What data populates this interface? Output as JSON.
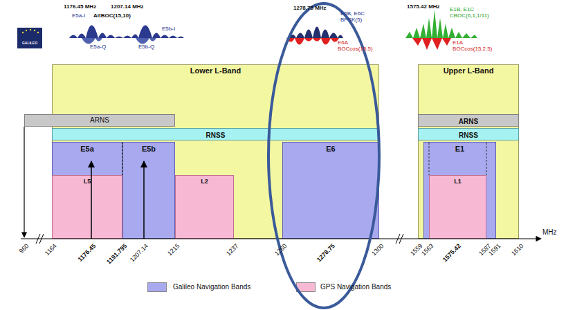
{
  "diagram": {
    "nodes": [
      {
        "text": [
          "Lower L-Band"
        ]
      },
      {
        "text": [
          "ARNS"
        ]
      },
      {
        "text": [
          "RNSS"
        ],
        "in": 0
      },
      {
        "text": [
          "E5a"
        ],
        "in": 0
      },
      {
        "text": [
          "L5"
        ],
        "in": 3
      },
      {
        "text": [
          "E5b"
        ],
        "in": 0
      },
      {
        "text": [
          "L2"
        ],
        "in": 0
      },
      {
        "text": [
          "E6"
        ],
        "in": 0
      },
      {
        "text": [
          "Upper L-Band"
        ]
      },
      {
        "text": [
          "ARNS"
        ],
        "in": 8
      },
      {
        "text": [
          "RNSS"
        ],
        "in": 8
      },
      {
        "text": [
          "E1"
        ],
        "in": 8
      },
      {
        "text": [
          "L1"
        ],
        "in": 11
      }
    ],
    "labels": [
      "GALILEO",
      "1176.45 MHz",
      "1207.14 MHz",
      "E5a-I",
      "AltBOC(15,10)",
      "E5b-I",
      "E5a-Q",
      "E5b-Q",
      "1278.75 MHz",
      "E6B, E6C BPSK(5)",
      "E6A BOCcos(10,5)",
      "1575.42 MHz",
      "E1B, E1C CBOC(6,1,1/11)",
      "E1A BOCcos(15,2.5)",
      "960",
      "1164",
      "1176.45",
      "1191.795",
      "1207.14",
      "1215",
      "1237",
      "1260",
      "1278.75",
      "1300",
      "1559",
      "1563",
      "1575.42",
      "1587",
      "1591",
      "1610",
      "MHz"
    ],
    "legend": [
      {
        "text": "Galileo Navigation Bands",
        "color": "#a9a9ef"
      },
      {
        "text": "GPS Navigation Bands",
        "color": "#f7b8d4"
      }
    ]
  }
}
